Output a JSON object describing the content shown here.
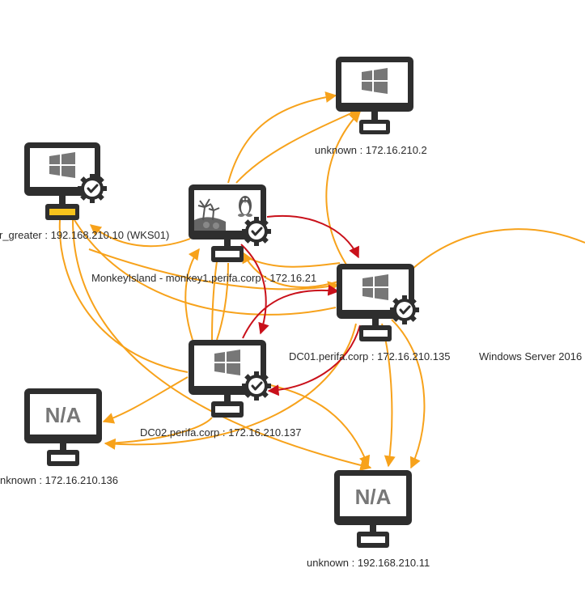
{
  "colors": {
    "edge_default": "#f7a21b",
    "edge_exploit": "#c9101a",
    "node_dark": "#2e2e2e",
    "screen_icon": "#777777",
    "highlight_bar": "#f5c21c"
  },
  "nodes": [
    {
      "id": "wks01",
      "icon": "windows-logo-icon",
      "status": "checkmark-gear-icon",
      "label": "r_greater : 192.168.210.10 (WKS01)",
      "highlight": true
    },
    {
      "id": "monkey-island",
      "icon": "monkey-island-linux-icon",
      "status": "checkmark-gear-icon",
      "label": "MonkeyIsland - monkey1.perifa.corp : 172.16.21"
    },
    {
      "id": "host-172-16-210-2",
      "icon": "windows-logo-icon",
      "status": "",
      "label": "unknown : 172.16.210.2"
    },
    {
      "id": "dc01",
      "icon": "windows-logo-icon",
      "status": "checkmark-gear-icon",
      "label": "DC01.perifa.corp : 172.16.210.135"
    },
    {
      "id": "dc02",
      "icon": "windows-logo-icon",
      "status": "checkmark-gear-icon",
      "label": "DC02.perifa.corp : 172.16.210.137"
    },
    {
      "id": "host-172-16-210-136",
      "icon": "na",
      "na_text": "N/A",
      "status": "",
      "label": "nknown : 172.16.210.136"
    },
    {
      "id": "host-192-168-210-11",
      "icon": "na",
      "na_text": "N/A",
      "status": "",
      "label": "unknown : 192.168.210.11"
    },
    {
      "id": "win-server-2016",
      "label": "Windows Server 2016"
    }
  ]
}
